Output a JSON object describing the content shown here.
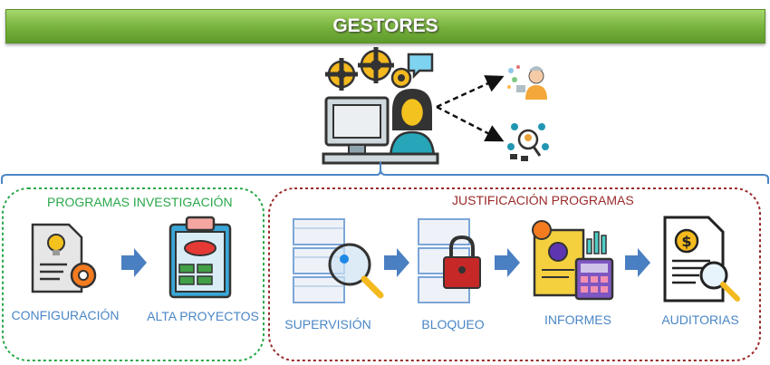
{
  "header": {
    "title": "GESTORES"
  },
  "groups": {
    "investigacion": {
      "title": "PROGRAMAS INVESTIGACIÓN"
    },
    "justificacion": {
      "title": "JUSTIFICACIÓN PROGRAMAS"
    }
  },
  "nodes": {
    "configuracion": "CONFIGURACIÓN",
    "alta_proyectos": "ALTA PROYECTOS",
    "supervision": "SUPERVISIÓN",
    "bloqueo": "BLOQUEO",
    "informes": "INFORMES",
    "auditorias": "AUDITORIAS"
  },
  "icons": {
    "main": "manager-at-computer-icon",
    "branch_top": "researcher-icon",
    "branch_bottom": "people-network-icon",
    "configuracion": "document-settings-icon",
    "alta_proyectos": "clipboard-plan-icon",
    "supervision": "spreadsheet-magnifier-icon",
    "bloqueo": "spreadsheet-lock-icon",
    "informes": "reports-calculator-icon",
    "auditorias": "audit-document-icon"
  },
  "colors": {
    "banner": "#76b13b",
    "investigacion_border": "#2aa84a",
    "justificacion_border": "#9b2a2a",
    "bracket": "#4a86c6",
    "label": "#4a86c6"
  }
}
